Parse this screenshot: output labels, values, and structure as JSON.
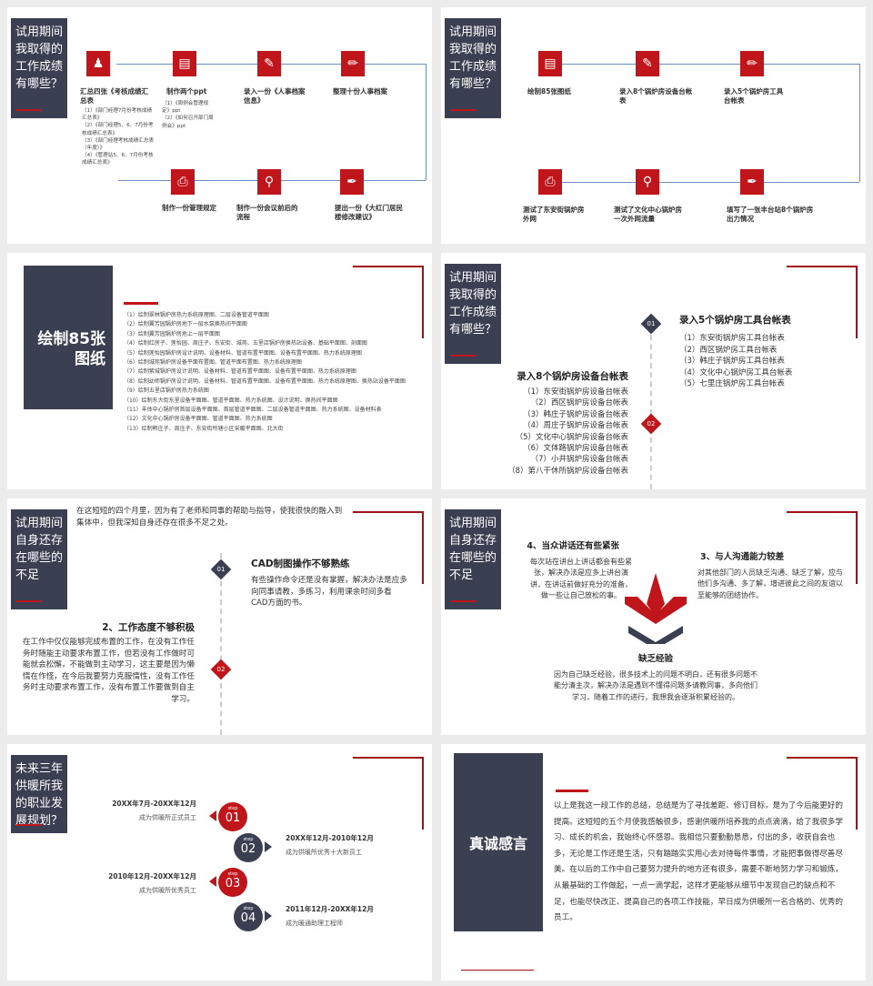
{
  "s1": {
    "title": "试用期间我取得的工作成绩有哪些？",
    "steps": [
      {
        "icon": "user-icon",
        "label": "汇总四张《考核成绩汇总表",
        "sub": [
          "（1）《部门经理7月份考核成绩",
          "汇总表》",
          "（2）《部门经理5、6、7月份考",
          "核成绩汇总表》",
          "（3）《部门经理考核成绩汇总表",
          "（年度）》",
          "（4）《管理站5、6、7月份考核",
          "成绩汇总表》"
        ]
      },
      {
        "icon": "clipboard-icon",
        "label": "制作两个ppt",
        "sub": [
          "（1）《周例会管理规",
          "定》ppt",
          "（2）《如何召开部门周",
          "例会》ppt"
        ]
      },
      {
        "icon": "pen-icon",
        "label": "录入一份《人事档案信息》",
        "sub": []
      },
      {
        "icon": "pencil-icon",
        "label": "整理十份人事档案",
        "sub": []
      },
      {
        "icon": "printer-icon",
        "label": "制作一份管理规定",
        "sub": []
      },
      {
        "icon": "search-icon",
        "label": "制作一份会议前后的流程",
        "sub": []
      },
      {
        "icon": "quill-icon",
        "label": "提出一份《大红门居民楼修改建议》",
        "sub": []
      }
    ]
  },
  "s2": {
    "title": "试用期间我取得的工作成绩有哪些？",
    "steps": [
      {
        "icon": "clipboard-icon",
        "label": "绘制85张图纸"
      },
      {
        "icon": "pen-icon",
        "label": "录入8个锅炉房设备台帐表"
      },
      {
        "icon": "pencil-icon",
        "label": "录入5个锅炉房工具台帐表"
      },
      {
        "icon": "printer-icon",
        "label": "测试了东安街锅炉房外网"
      },
      {
        "icon": "search-icon",
        "label": "测试了文化中心锅炉房一次外网流量"
      },
      {
        "icon": "quill-icon",
        "label": "填写了一张丰台站8个锅炉房出力情况"
      }
    ]
  },
  "s3": {
    "title": "绘制85张图纸",
    "items": [
      "（1）绘制翠林锅炉房热力系统原理图、二层设备管道平面图",
      "（2）绘制翼芳园锅炉房地下一层水泵换热间平面图",
      "（3）绘制翼芳园锅炉房地上一层平面图",
      "（4）绘制红房子、莲怡园、周庄子、东安街、城苑、五里店锅炉房换热站设备、基础平面图、剖面图",
      "（5）绘制莲怡园锅炉房设计说明、设备材料、管道布置平面图、设备布置平面图、热力系统原理图",
      "（6）绘制城苑锅炉房设备平面布置图、管道平面布置图、热力系统原理图",
      "（7）绘制紫城锅炉房设计说明、设备材料、管道布置平面图、设备布置平面图、热力系统原理图",
      "（8）绘制幼师锅炉房设计说明、设备材料、管道布置平面图、设备布置平面图、热力系统原理图、换热站设备平面图",
      "（9）绘制五里店锅炉房热力系统图",
      "（10）绘制东大街东里设备平面图、管道平面图、热力系统图、设计说明、换热间平面图",
      "（11）丰体中心锅炉房首层设备平面图、首层管道平面图、二层设备管道平面图、热力系统图、设备材料表",
      "（12）文化中心锅炉房设备平面图、管道平面图、热力系统图",
      "（13）绘制韩庄子、周庄子、东安街所辖小区采暖平面图、北大街"
    ]
  },
  "s4": {
    "title": "试用期间我取得的工作成绩有哪些？",
    "b1_num": "01",
    "b1_title": "录入5个锅炉房工具台帐表",
    "b1_items": [
      "（1）东安街锅炉房工具台帐表",
      "（2）西区锅炉房工具台帐表",
      "（3）韩庄子锅炉房工具台帐表",
      "（4）文化中心锅炉房工具台帐表",
      "（5）七里庄锅炉房工具台帐表"
    ],
    "b2_num": "02",
    "b2_title": "录入8个锅炉房设备台帐表",
    "b2_items": [
      "（1）东安街锅炉房设备台帐表",
      "（2）西区锅炉房设备台帐表",
      "（3）韩庄子锅炉房设备台帐表",
      "（4）周庄子锅炉房设备台帐表",
      "（5）文化中心锅炉房设备台帐表",
      "（6）文体路锅炉房设备台帐表",
      "（7）小井锅炉房设备台帐表",
      "（8）第八干休所锅炉房设备台帐表"
    ]
  },
  "s5": {
    "title": "试用期间自身还存在哪些的不足",
    "intro": "在这短短的四个月里，因为有了老师和同事的帮助与指导，使我很快的融入到集体中，但我深知自身还存在很多不足之处。",
    "p1_num": "01",
    "p1_title": "CAD制图操作不够熟练",
    "p1_text": "有些操作命令还是没有掌握，解决办法是应多向同事请教，多练习，利用课余时间多看CAD方面的书。",
    "p2_num": "02",
    "p2_title": "2、工作态度不够积极",
    "p2_text": "在工作中仅仅能够完成布置的工作，在没有工作任务时随能主动要求布置工作，但若没有工作做时可能就会松懈，不能做到主动学习，这主要是因为懒惰在作怪，在今后我要努力克服惰性，没有工作任务时主动要求布置工作，没有布置工作要做到自主学习。"
  },
  "s6": {
    "title": "试用期间自身还存在哪些的不足",
    "a_title": "4、当众讲话还有些紧张",
    "a_text": "每次站在讲台上讲话都会有些紧张，解决办法是应多上讲台演讲，在讲话前做好充分的准备，做一些让自己放松的事。",
    "b_title": "3、与人沟通能力较差",
    "b_text": "对其他部门的人员缺乏沟通、缺乏了解，应与他们多沟通、多了解，增进彼此之间的友谊以至能够的团结协作。",
    "c_title": "缺乏经验",
    "c_text": "因为自己缺乏经验，很多技术上的问题不明白，还有很多问题不能分清主次，解决办法是遇到不懂得问题多请教同事，多向他们学习，随着工作的进行，我想我会逐渐积累经验的。"
  },
  "s7": {
    "title": "未来三年供暖所我的职业发展规划？",
    "step_word": "step",
    "steps": [
      {
        "num": "01",
        "period": "20XX年7月-20XX年12月",
        "desc": "成为供暖所正式员工"
      },
      {
        "num": "02",
        "period": "20XX年12月-2010年12月",
        "desc": "成为供暖所优秀十大新员工"
      },
      {
        "num": "03",
        "period": "2010年12月-20XX年12月",
        "desc": "成为供暖所优秀员工"
      },
      {
        "num": "04",
        "period": "2011年12月-20XX年12月",
        "desc": "成为暖通助理工程师"
      }
    ]
  },
  "s8": {
    "title": "真诚感言",
    "text": "以上是我这一段工作的总结，总结是为了寻找差距、修订目标，是为了今后能更好的提高。这短短的五个月使我感触很多，感谢供暖所培养我的点点滴滴，给了我很多学习、成长的机会，我始终心怀感恩。我相信只要勤勤恳恳，付出的多，收获自会也多，无论是工作还是生活，只有踏踏实实用心去对待每件事情，才能把事做得尽善尽美。在以后的工作中自己要努力提升的地方还有很多，需要不断地努力学习和锻炼，从最基础的工作做起，一点一滴学起，这样才更能够从细节中发现自己的缺点和不足，也能尽快改正、提高自己的各项工作技能，早日成为供暖所一名合格的、优秀的员工。"
  },
  "colors": {
    "accent": "#c0151b",
    "navy": "#3b3f52",
    "flow": "#6a8fc0"
  }
}
